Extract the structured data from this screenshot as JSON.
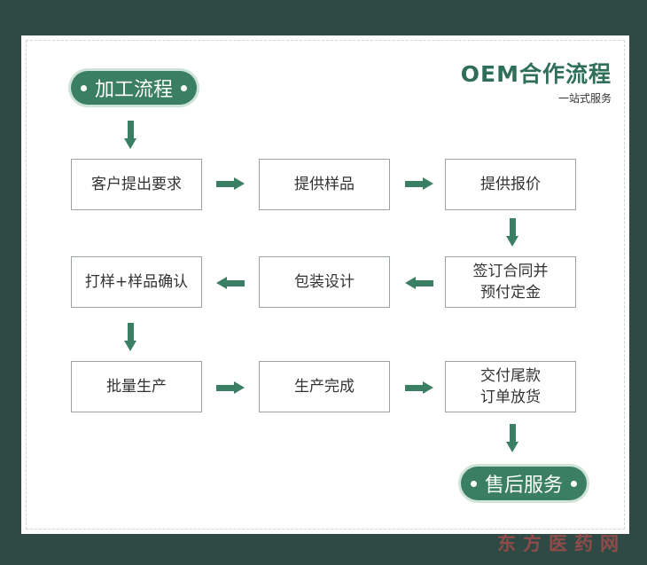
{
  "header": {
    "title": "OEM合作流程",
    "subtitle": "一站式服务"
  },
  "start_pill": "加工流程",
  "end_pill": "售后服务",
  "steps": [
    {
      "lines": [
        "客户提出要求"
      ]
    },
    {
      "lines": [
        "提供样品"
      ]
    },
    {
      "lines": [
        "提供报价"
      ]
    },
    {
      "lines": [
        "签订合同并",
        "预付定金"
      ]
    },
    {
      "lines": [
        "包装设计"
      ]
    },
    {
      "lines": [
        "打样+样品确认"
      ]
    },
    {
      "lines": [
        "批量生产"
      ]
    },
    {
      "lines": [
        "生产完成"
      ]
    },
    {
      "lines": [
        "交付尾款",
        "订单放货"
      ]
    }
  ],
  "colors": {
    "accent": "#3a7e63",
    "background": "#2f4a44",
    "box_border": "#9aa39f",
    "watermark": "#9a4a4a"
  },
  "watermark": "东方医药网"
}
